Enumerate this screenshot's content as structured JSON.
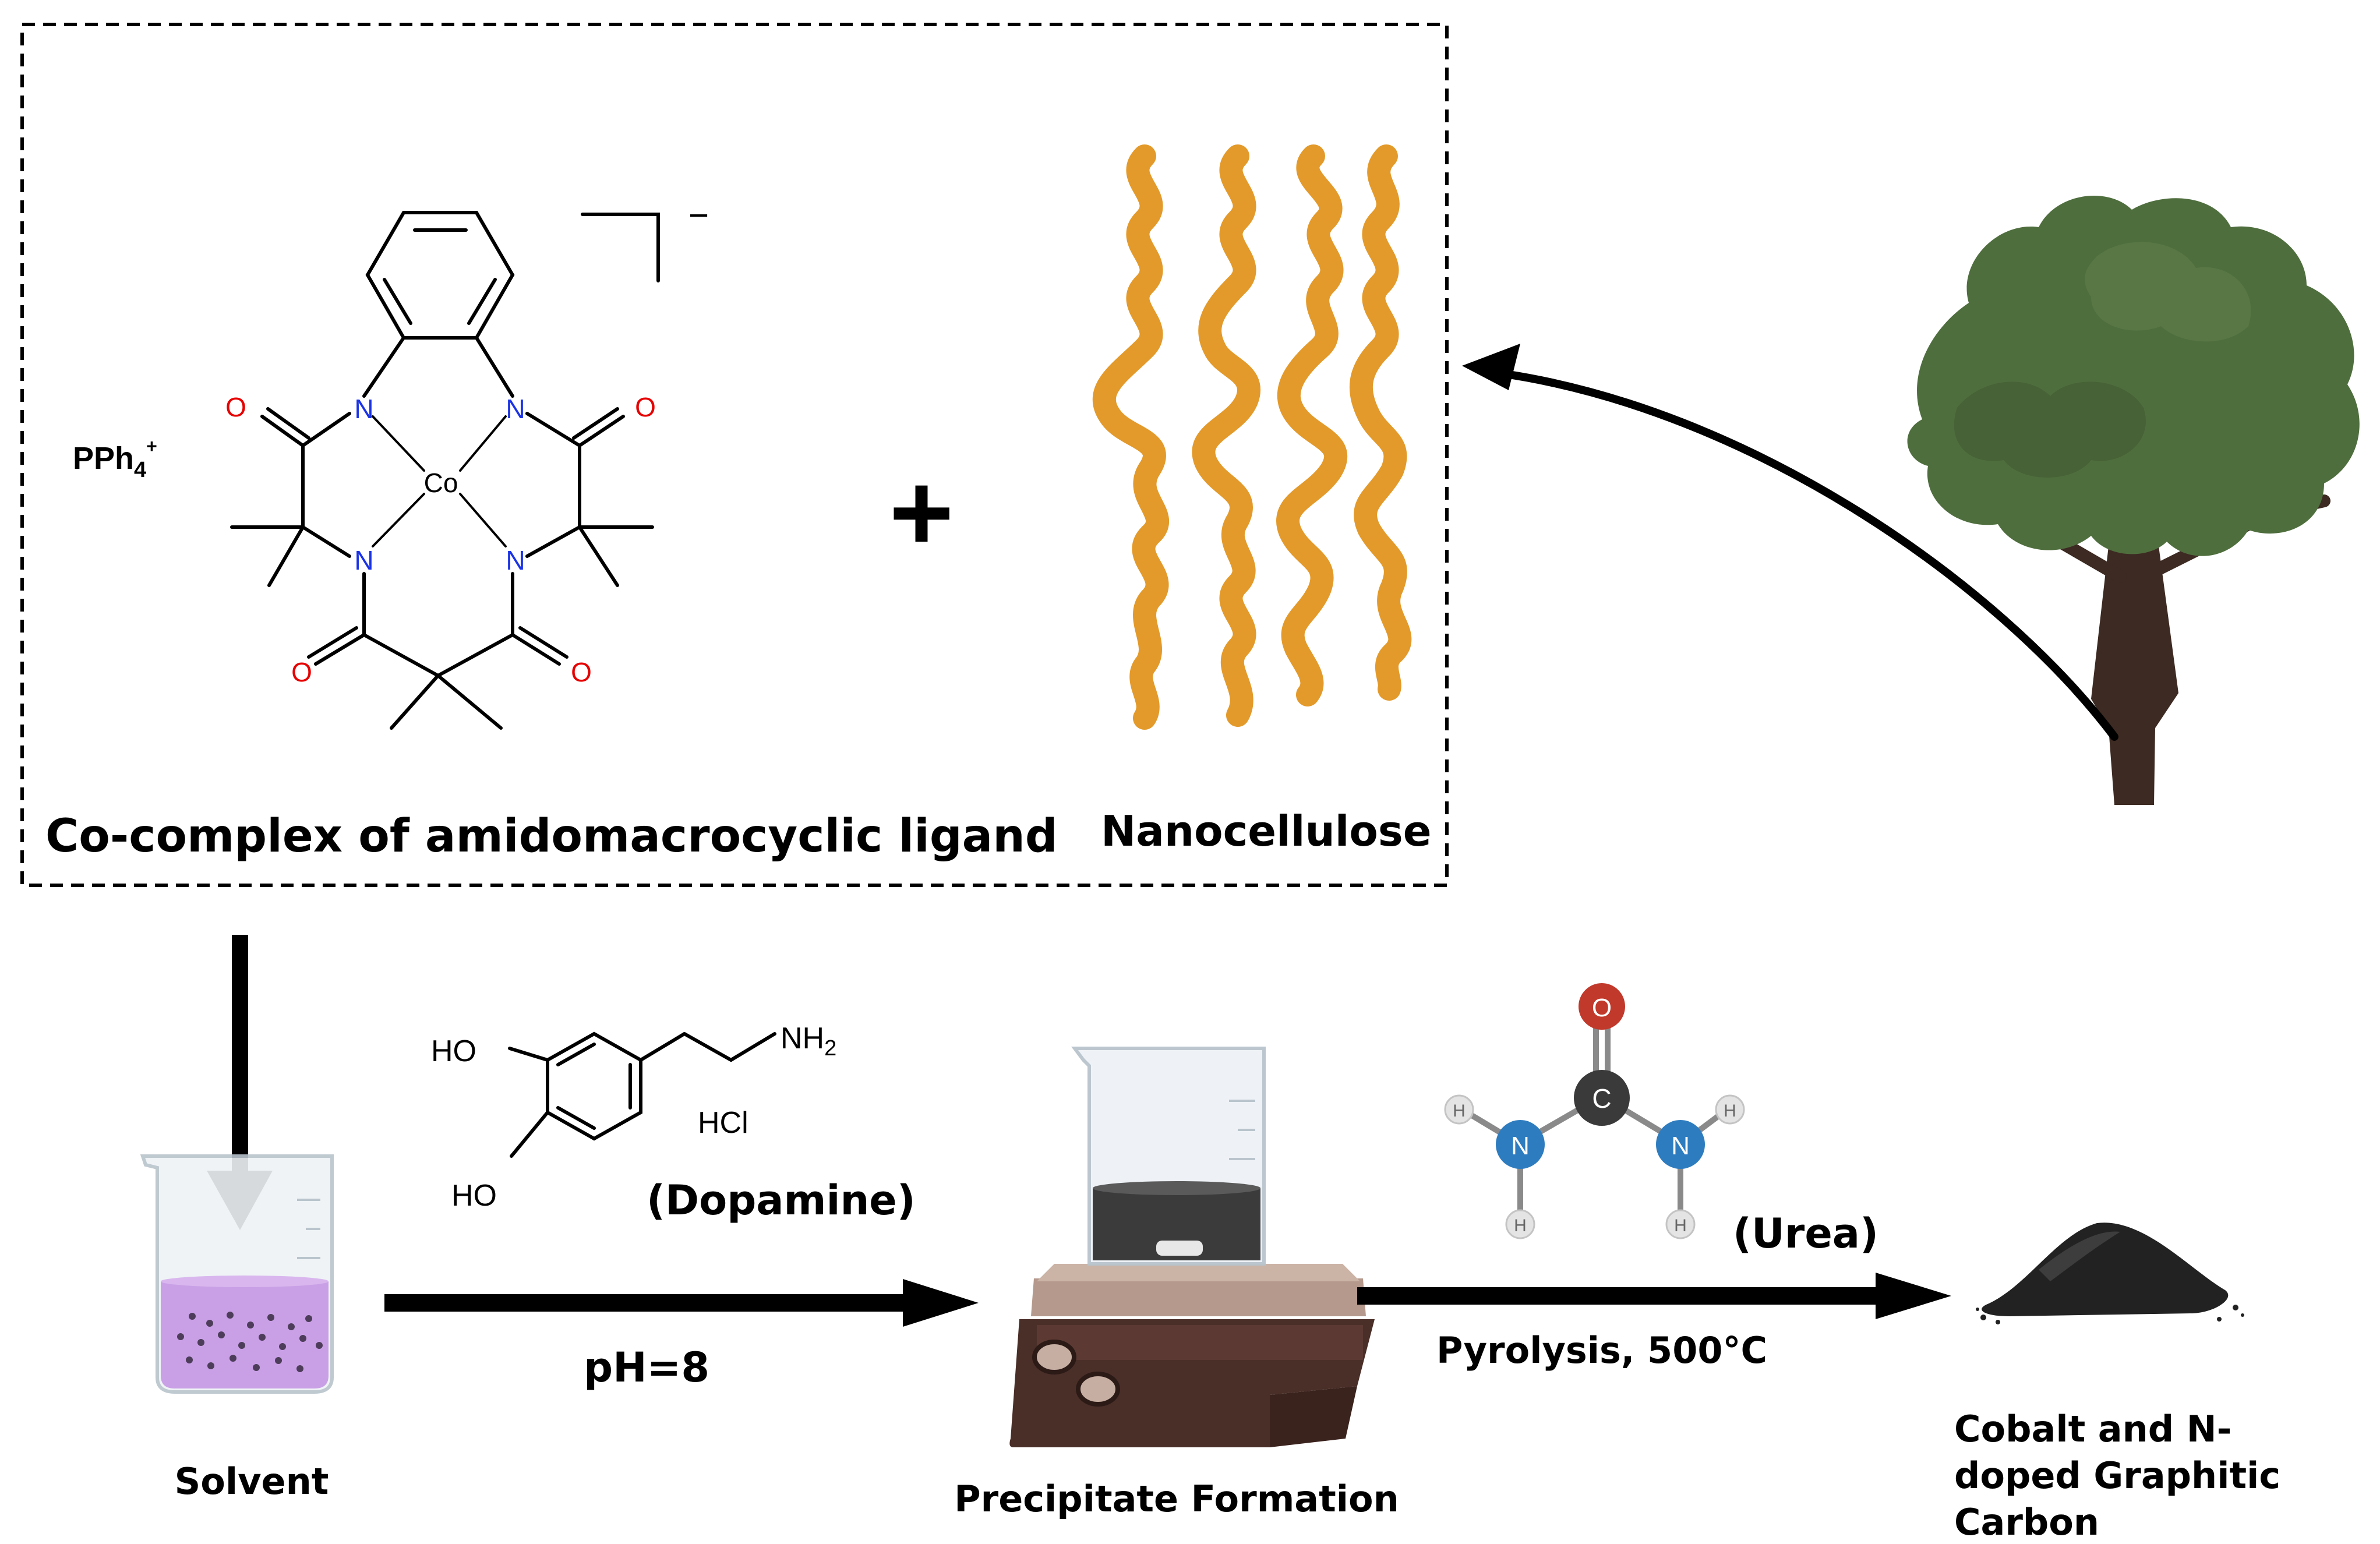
{
  "top_box": {
    "complex_label": "Co-complex of amidomacrocyclic ligand",
    "nanocellulose_label": "Nanocellulose",
    "counterion": "PPh",
    "counterion_sub": "4",
    "counterion_sup": "+",
    "charge": "−",
    "plus_sign": "+",
    "atoms": {
      "co": "Co",
      "n": "N",
      "o": "O"
    }
  },
  "steps": {
    "solvent_label": "Solvent",
    "ph_label": "pH=8",
    "dopamine_label": "(Dopamine)",
    "dopamine_ho1": "HO",
    "dopamine_ho2": "HO",
    "dopamine_nh2": "NH",
    "dopamine_nh2_sub": "2",
    "dopamine_hcl": "HCl",
    "precipitate_label": "Precipitate Formation",
    "urea_label": "(Urea)",
    "pyrolysis_label": "Pyrolysis, 500°C",
    "urea_atoms": {
      "o": "O",
      "c": "C",
      "n": "N",
      "h": "H"
    },
    "product_label_lines": [
      "Cobalt and N-",
      "doped Graphitic",
      "Carbon"
    ]
  },
  "colors": {
    "nitrogen": "#1a33e6",
    "oxygen": "#e60000",
    "cellulose": "#e39a2a",
    "tree_foliage": "#4f6e3e",
    "tree_trunk": "#3d2a22",
    "liquid_purple": "#c9a0e6",
    "urea_o": "#c0392b",
    "urea_c": "#3a3a3a",
    "urea_n": "#2e7cc0",
    "urea_h": "#e4e4e4",
    "stirrer_top": "#b5998c",
    "stirrer_body": "#4a2e28"
  }
}
